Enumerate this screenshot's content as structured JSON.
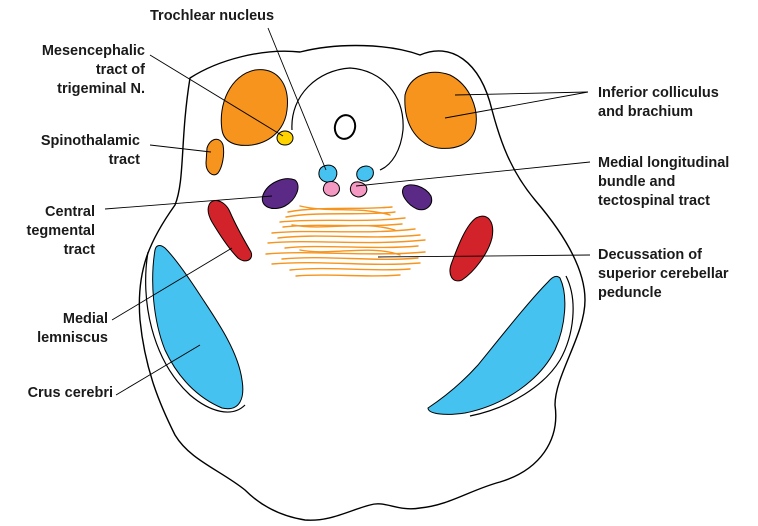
{
  "labels": {
    "trochlear_nucleus": "Trochlear nucleus",
    "mesencephalic": [
      "Mesencephalic",
      "tract of",
      "trigeminal N."
    ],
    "spinothalamic": [
      "Spinothalamic",
      "tract"
    ],
    "central_tegmental": [
      "Central",
      "tegmental",
      "tract"
    ],
    "medial_lemniscus": [
      "Medial",
      "lemniscus"
    ],
    "crus_cerebri": "Crus cerebri",
    "inferior_colliculus": [
      "Inferior colliculus",
      "and brachium"
    ],
    "mlf": [
      "Medial longitudinal",
      "bundle and",
      "tectospinal tract"
    ],
    "decussation": [
      "Decussation of",
      "superior cerebellar",
      "peduncle"
    ]
  },
  "colors": {
    "inferior_colliculus": "#f7941d",
    "mesencephalic_tract": "#ffd200",
    "spinothalamic_tract": "#f7941d",
    "central_tegmental_tract": "#5b2a86",
    "medial_lemniscus": "#d2232a",
    "crus_cerebri": "#45c2f0",
    "trochlear_nucleus": "#45c2f0",
    "mlf": "#f49ac2",
    "decussation_fibers": "#f7941d",
    "outline": "#000000"
  }
}
